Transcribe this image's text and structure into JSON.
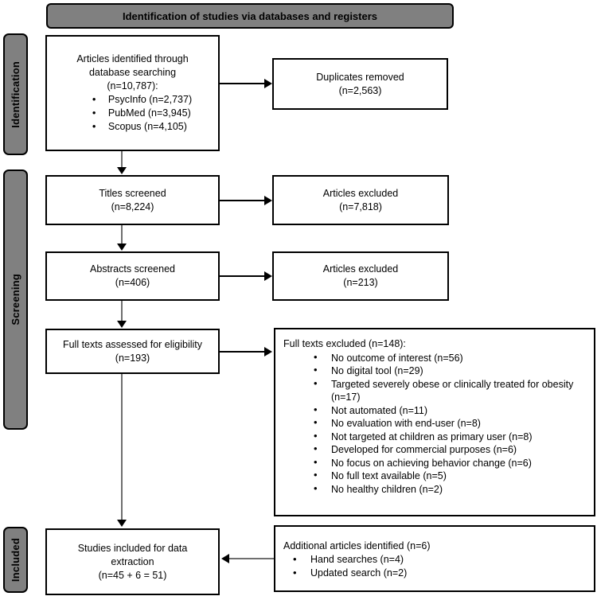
{
  "banner": {
    "title": "Identification of studies via databases and registers"
  },
  "stages": [
    {
      "id": "identification",
      "label": "Identification"
    },
    {
      "id": "screening",
      "label": "Screening"
    },
    {
      "id": "included",
      "label": "Included"
    }
  ],
  "boxes": {
    "identified": {
      "line1": "Articles identified through",
      "line2": "database searching",
      "line3": "(n=10,787):",
      "bullets": [
        "PsycInfo (n=2,737)",
        "PubMed (n=3,945)",
        "Scopus (n=4,105)"
      ]
    },
    "duplicates": {
      "line1": "Duplicates removed",
      "line2": "(n=2,563)"
    },
    "titles_screened": {
      "line1": "Titles screened",
      "line2": "(n=8,224)"
    },
    "titles_excluded": {
      "line1": "Articles excluded",
      "line2": "(n=7,818)"
    },
    "abstracts_screened": {
      "line1": "Abstracts screened",
      "line2": "(n=406)"
    },
    "abstracts_excluded": {
      "line1": "Articles excluded",
      "line2": "(n=213)"
    },
    "fulltext_assessed": {
      "line1": "Full texts assessed for eligibility",
      "line2": "(n=193)"
    },
    "fulltext_excluded": {
      "heading": "Full texts excluded (n=148):",
      "bullets": [
        "No outcome of interest (n=56)",
        "No digital tool (n=29)",
        "Targeted severely obese or clinically treated for obesity (n=17)",
        "Not automated (n=11)",
        "No evaluation with end-user (n=8)",
        "Not targeted at children as primary user (n=8)",
        "Developed for commercial purposes (n=6)",
        "No focus on achieving behavior change (n=6)",
        "No full text available (n=5)",
        "No healthy children (n=2)"
      ]
    },
    "studies_included": {
      "line1": "Studies included for data",
      "line2": "extraction",
      "line3": "(n=45 + 6 = 51)"
    },
    "additional": {
      "heading": "Additional articles identified (n=6)",
      "bullets": [
        "Hand searches (n=4)",
        "Updated search (n=2)"
      ]
    }
  },
  "colors": {
    "stage_fill": "#808080",
    "box_fill": "#ffffff",
    "stroke": "#000000",
    "connector_gray": "#6f6f6f"
  }
}
